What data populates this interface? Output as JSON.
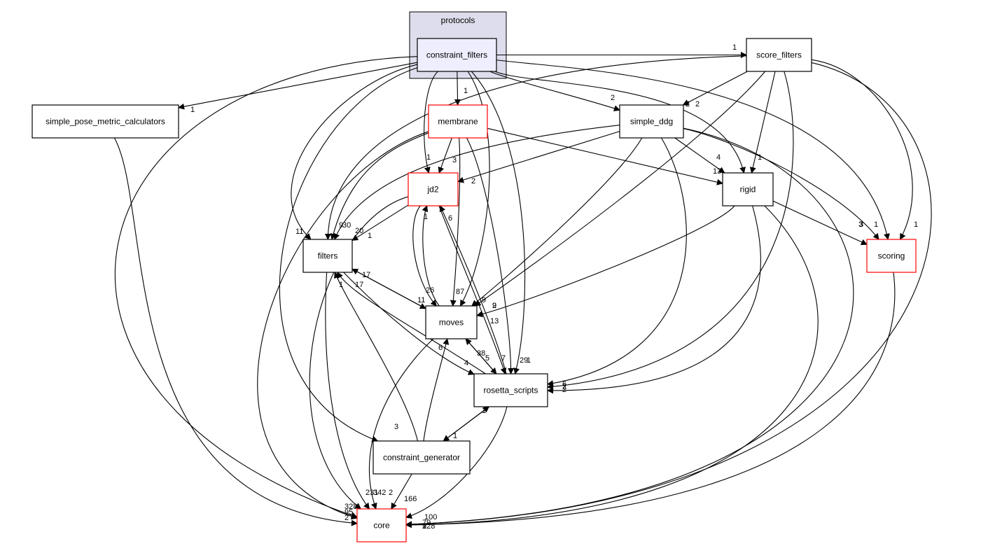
{
  "cluster": {
    "label": "protocols",
    "fill": "#dddded",
    "stroke": "#000000"
  },
  "colors": {
    "normal": "#000000",
    "highlight": "#ff0000",
    "current_fill": "#eeeeff"
  },
  "nodes": {
    "constraint_filters": {
      "label": "constraint_filters",
      "style": "current"
    },
    "score_filters": {
      "label": "score_filters",
      "style": "normal"
    },
    "simple_pose_metric_calculators": {
      "label": "simple_pose_metric_calculators",
      "style": "normal"
    },
    "membrane": {
      "label": "membrane",
      "style": "red"
    },
    "simple_ddg": {
      "label": "simple_ddg",
      "style": "normal"
    },
    "jd2": {
      "label": "jd2",
      "style": "red"
    },
    "rigid": {
      "label": "rigid",
      "style": "normal"
    },
    "filters": {
      "label": "filters",
      "style": "normal"
    },
    "scoring": {
      "label": "scoring",
      "style": "red"
    },
    "moves": {
      "label": "moves",
      "style": "normal"
    },
    "rosetta_scripts": {
      "label": "rosetta_scripts",
      "style": "normal"
    },
    "constraint_generator": {
      "label": "constraint_generator",
      "style": "normal"
    },
    "core": {
      "label": "core",
      "style": "red"
    }
  },
  "edges": [
    {
      "from": "constraint_filters",
      "to": "score_filters",
      "label": "1"
    },
    {
      "from": "constraint_filters",
      "to": "simple_pose_metric_calculators",
      "label": "1"
    },
    {
      "from": "constraint_filters",
      "to": "membrane",
      "label": "1"
    },
    {
      "from": "constraint_filters",
      "to": "simple_ddg",
      "label": "2"
    },
    {
      "from": "constraint_filters",
      "to": "jd2",
      "label": "1"
    },
    {
      "from": "constraint_filters",
      "to": "rigid",
      "label": "2"
    },
    {
      "from": "constraint_filters",
      "to": "filters",
      "label": "11"
    },
    {
      "from": "constraint_filters",
      "to": "scoring",
      "label": "1"
    },
    {
      "from": "constraint_filters",
      "to": "moves",
      "label": "9"
    },
    {
      "from": "constraint_filters",
      "to": "rosetta_scripts",
      "label": "29"
    },
    {
      "from": "constraint_filters",
      "to": "constraint_generator",
      "label": "3"
    },
    {
      "from": "constraint_filters",
      "to": "core",
      "label": "328"
    },
    {
      "from": "score_filters",
      "to": "filters",
      "label": "9"
    },
    {
      "from": "score_filters",
      "to": "simple_ddg",
      "label": "2"
    },
    {
      "from": "score_filters",
      "to": "rigid",
      "label": "1"
    },
    {
      "from": "score_filters",
      "to": "scoring",
      "label": "1"
    },
    {
      "from": "score_filters",
      "to": "moves",
      "label": "2"
    },
    {
      "from": "score_filters",
      "to": "rosetta_scripts",
      "label": "6"
    },
    {
      "from": "score_filters",
      "to": "core",
      "label": "228"
    },
    {
      "from": "simple_pose_metric_calculators",
      "to": "core",
      "label": "95"
    },
    {
      "from": "membrane",
      "to": "jd2",
      "label": "3"
    },
    {
      "from": "membrane",
      "to": "filters",
      "label": "30"
    },
    {
      "from": "membrane",
      "to": "moves",
      "label": "87"
    },
    {
      "from": "membrane",
      "to": "rosetta_scripts",
      "label": "1"
    },
    {
      "from": "membrane",
      "to": "rigid",
      "label": "13"
    },
    {
      "from": "membrane",
      "to": "core",
      "label": "2"
    },
    {
      "from": "simple_ddg",
      "to": "jd2",
      "label": "2"
    },
    {
      "from": "simple_ddg",
      "to": "filters",
      "label": "20"
    },
    {
      "from": "simple_ddg",
      "to": "rigid",
      "label": "4"
    },
    {
      "from": "simple_ddg",
      "to": "scoring",
      "label": "3"
    },
    {
      "from": "simple_ddg",
      "to": "moves",
      "label": "9"
    },
    {
      "from": "simple_ddg",
      "to": "rosetta_scripts",
      "label": "2"
    },
    {
      "from": "simple_ddg",
      "to": "core",
      "label": "1"
    },
    {
      "from": "jd2",
      "to": "filters",
      "label": "1"
    },
    {
      "from": "jd2",
      "to": "moves",
      "label": "26"
    },
    {
      "from": "jd2",
      "to": "rosetta_scripts",
      "label": "7"
    },
    {
      "from": "jd2",
      "to": "core",
      "label": "231"
    },
    {
      "from": "rigid",
      "to": "scoring",
      "label": "3"
    },
    {
      "from": "rigid",
      "to": "moves",
      "label": "13"
    },
    {
      "from": "rigid",
      "to": "rosetta_scripts",
      "label": "2"
    },
    {
      "from": "rigid",
      "to": "core",
      "label": "79"
    },
    {
      "from": "filters",
      "to": "moves",
      "label": "11"
    },
    {
      "from": "filters",
      "to": "rosetta_scripts",
      "label": "4"
    },
    {
      "from": "filters",
      "to": "core",
      "label": "342"
    },
    {
      "from": "scoring",
      "to": "core",
      "label": "9"
    },
    {
      "from": "moves",
      "to": "jd2",
      "label": "1"
    },
    {
      "from": "moves",
      "to": "filters",
      "label": "17"
    },
    {
      "from": "moves",
      "to": "rosetta_scripts",
      "label": "5"
    },
    {
      "from": "moves",
      "to": "core",
      "label": "2"
    },
    {
      "from": "rosetta_scripts",
      "to": "jd2",
      "label": "6"
    },
    {
      "from": "rosetta_scripts",
      "to": "filters",
      "label": "17"
    },
    {
      "from": "rosetta_scripts",
      "to": "moves",
      "label": "38"
    },
    {
      "from": "rosetta_scripts",
      "to": "constraint_generator",
      "label": "1"
    },
    {
      "from": "rosetta_scripts",
      "to": "core",
      "label": "100"
    },
    {
      "from": "constraint_generator",
      "to": "filters",
      "label": "1"
    },
    {
      "from": "constraint_generator",
      "to": "moves",
      "label": "6"
    },
    {
      "from": "constraint_generator",
      "to": "rosetta_scripts",
      "label": "1"
    },
    {
      "from": "constraint_generator",
      "to": "core",
      "label": "166"
    }
  ]
}
